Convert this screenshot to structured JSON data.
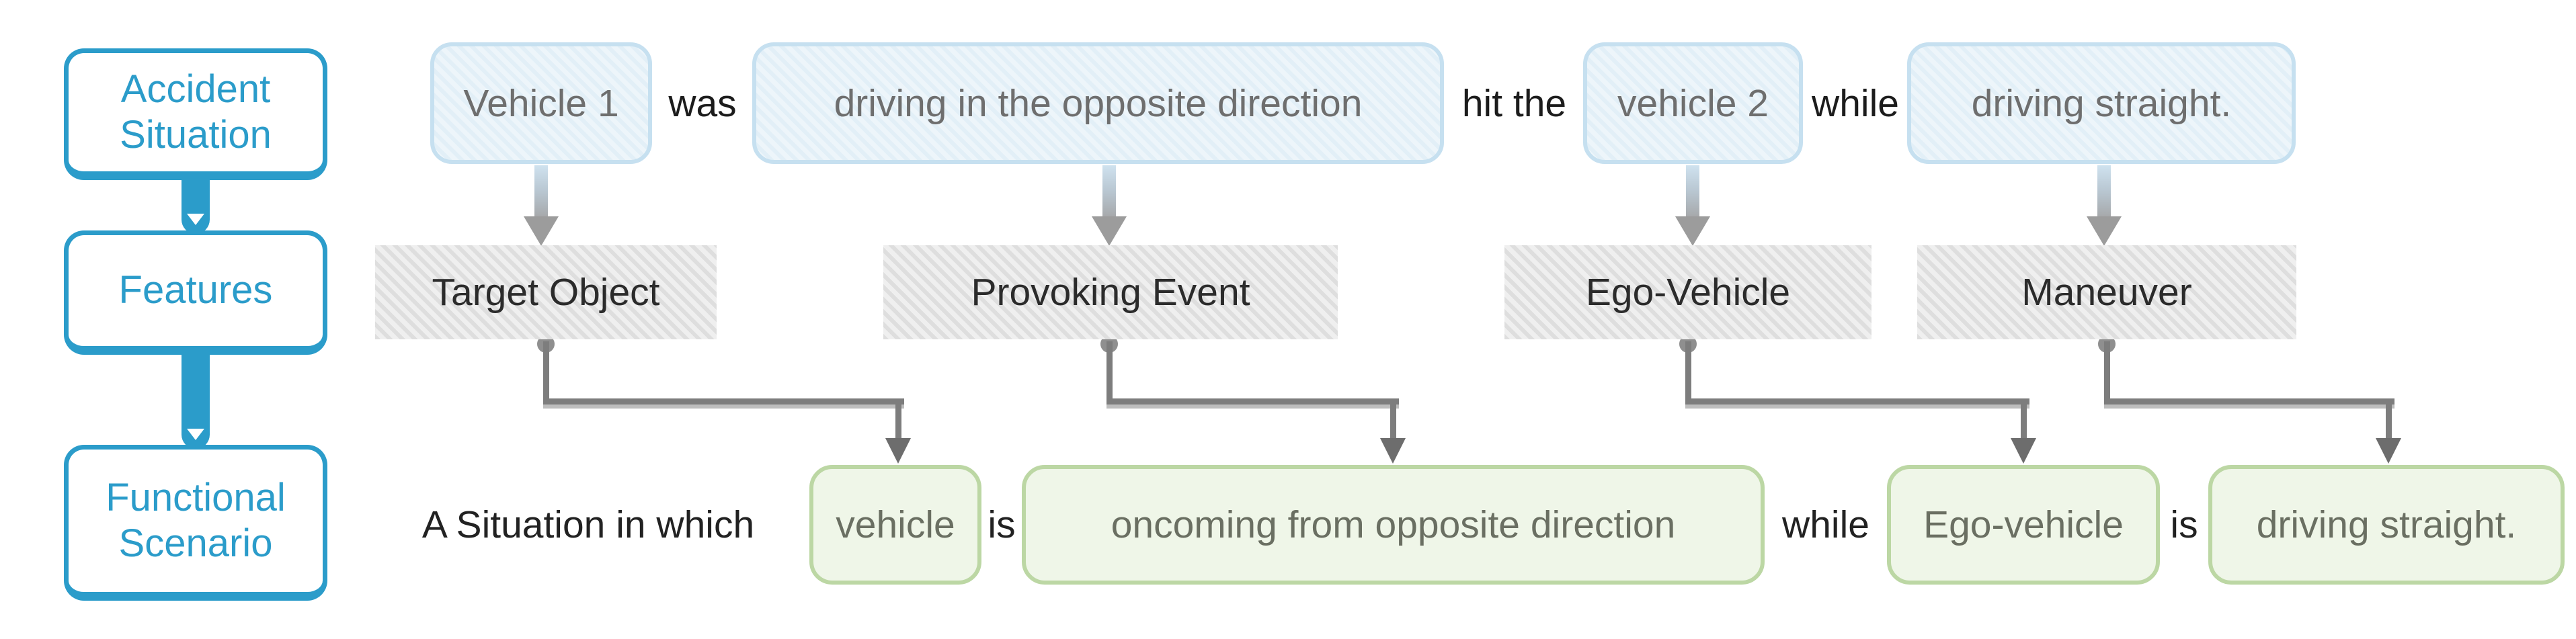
{
  "colors": {
    "stage_blue": "#2b9cca",
    "highlight_blue_fill": "#edf5fa",
    "highlight_blue_border": "#c6e0f0",
    "feature_gray_fill": "#e7e7e7",
    "highlight_green_fill": "#eff6e8",
    "highlight_green_border": "#bcd7a4",
    "connector_gray": "#7d7d7d"
  },
  "sidebar": {
    "stages": [
      {
        "label": "Accident Situation"
      },
      {
        "label": "Features"
      },
      {
        "label": "Functional Scenario"
      }
    ]
  },
  "accident_sentence": {
    "full_text": "Vehicle 1 was driving in the opposite direction hit the vehicle 2 while driving straight.",
    "tokens": [
      {
        "text": "Vehicle 1",
        "type": "highlight"
      },
      {
        "text": "was",
        "type": "plain"
      },
      {
        "text": "driving in the opposite direction",
        "type": "highlight"
      },
      {
        "text": "hit the",
        "type": "plain"
      },
      {
        "text": "vehicle 2",
        "type": "highlight"
      },
      {
        "text": "while",
        "type": "plain"
      },
      {
        "text": "driving straight.",
        "type": "highlight"
      }
    ]
  },
  "features": {
    "items": [
      {
        "label": "Target Object"
      },
      {
        "label": "Provoking Event"
      },
      {
        "label": "Ego-Vehicle"
      },
      {
        "label": "Maneuver"
      }
    ]
  },
  "functional_sentence": {
    "full_text": "A Situation in which vehicle is oncoming from opposite direction while Ego-vehicle is driving straight.",
    "tokens": [
      {
        "text": "A Situation in which",
        "type": "plain"
      },
      {
        "text": "vehicle",
        "type": "highlight"
      },
      {
        "text": "is",
        "type": "plain"
      },
      {
        "text": "oncoming from opposite direction",
        "type": "highlight"
      },
      {
        "text": "while",
        "type": "plain"
      },
      {
        "text": "Ego-vehicle",
        "type": "highlight"
      },
      {
        "text": "is",
        "type": "plain"
      },
      {
        "text": "driving straight.",
        "type": "highlight"
      }
    ]
  }
}
